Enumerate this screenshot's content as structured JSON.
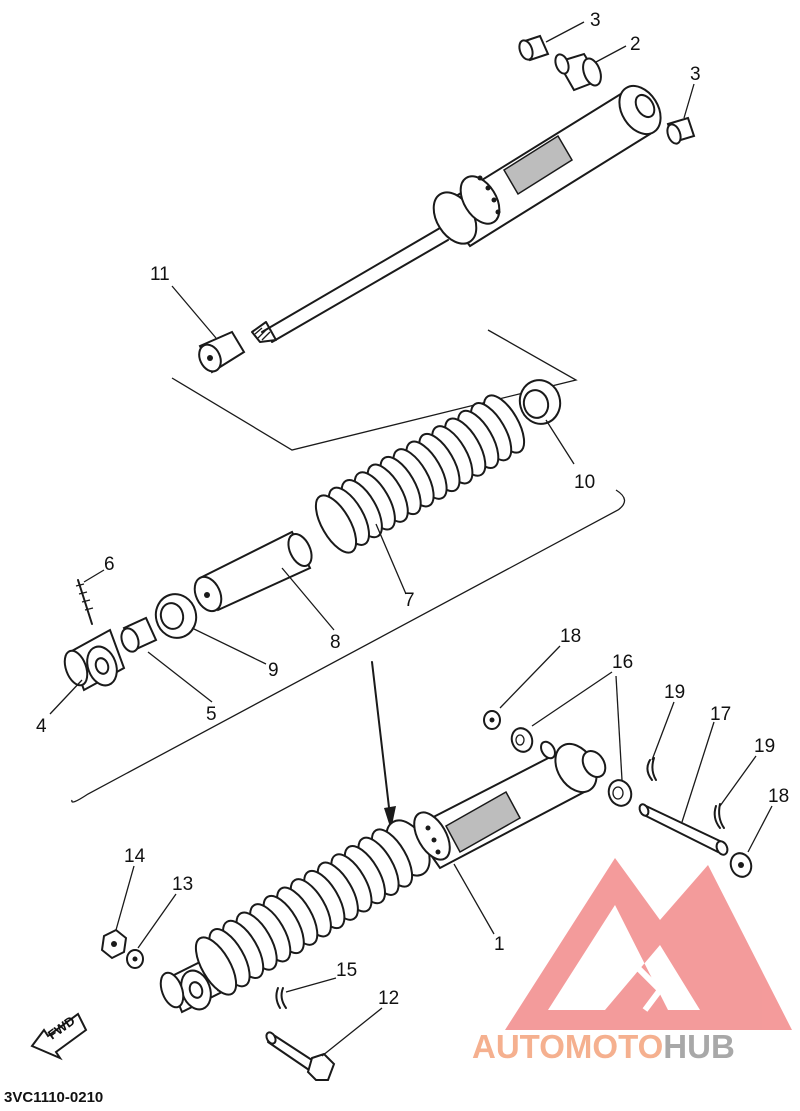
{
  "diagram": {
    "code": "3VC1110-0210",
    "fwd_label": "FWD",
    "watermark": {
      "part1": "AUTO",
      "part2": "MOTO",
      "part3": "HUB",
      "color": "#f28a8a"
    },
    "callouts": [
      {
        "id": "c1",
        "label": "1"
      },
      {
        "id": "c2",
        "label": "2"
      },
      {
        "id": "c3a",
        "label": "3"
      },
      {
        "id": "c3b",
        "label": "3"
      },
      {
        "id": "c4",
        "label": "4"
      },
      {
        "id": "c5",
        "label": "5"
      },
      {
        "id": "c6",
        "label": "6"
      },
      {
        "id": "c7",
        "label": "7"
      },
      {
        "id": "c8",
        "label": "8"
      },
      {
        "id": "c9",
        "label": "9"
      },
      {
        "id": "c10",
        "label": "10"
      },
      {
        "id": "c11",
        "label": "11"
      },
      {
        "id": "c12",
        "label": "12"
      },
      {
        "id": "c13",
        "label": "13"
      },
      {
        "id": "c14",
        "label": "14"
      },
      {
        "id": "c15",
        "label": "15"
      },
      {
        "id": "c16",
        "label": "16"
      },
      {
        "id": "c17",
        "label": "17"
      },
      {
        "id": "c18a",
        "label": "18"
      },
      {
        "id": "c18b",
        "label": "18"
      },
      {
        "id": "c19a",
        "label": "19"
      },
      {
        "id": "c19b",
        "label": "19"
      }
    ]
  }
}
